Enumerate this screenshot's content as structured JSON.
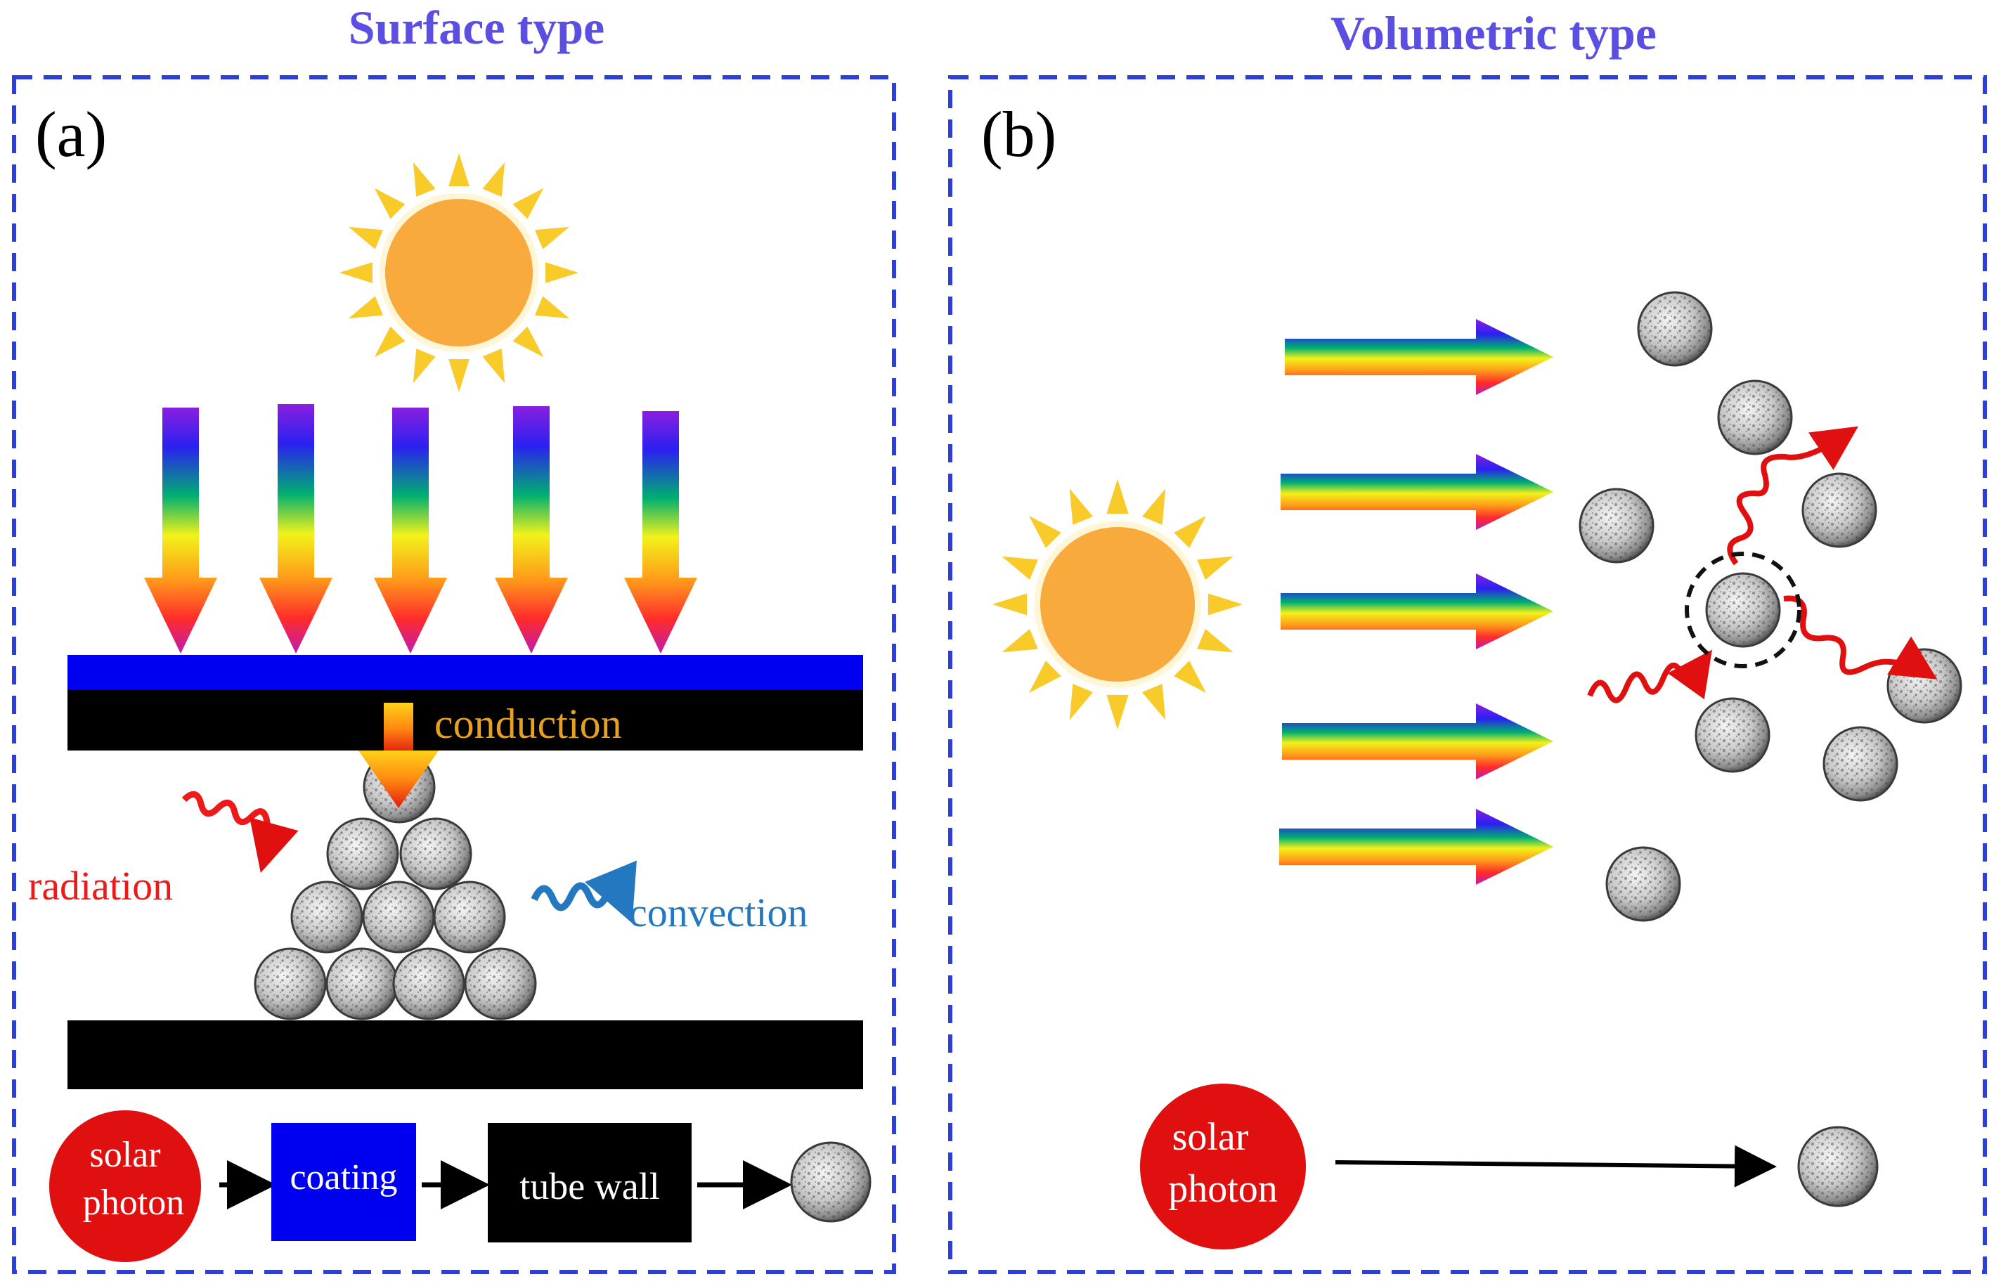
{
  "panels": {
    "surface": {
      "heading": "Surface type",
      "tag": "(a)",
      "labels": {
        "conduction": "conduction",
        "radiation": "radiation",
        "convection": "convection"
      },
      "flow": {
        "source_line1": "solar",
        "source_line2": "photon",
        "coating": "coating",
        "tube_wall": "tube wall"
      }
    },
    "volumetric": {
      "heading": "Volumetric type",
      "tag": "(b)",
      "flow": {
        "source_line1": "solar",
        "source_line2": "photon"
      }
    }
  },
  "colors": {
    "heading": "#5a4ee3",
    "frame": "#2c3fd6",
    "sun_core": "#f9aa3c",
    "sun_rays": "#f9cb2a",
    "coating_blue": "#0000f0",
    "wall_black": "#000000",
    "photon_red": "#e01010",
    "radiation_red": "#ee1a1a",
    "convection_blue": "#2478c0",
    "conduction_text": "#e8a020"
  }
}
